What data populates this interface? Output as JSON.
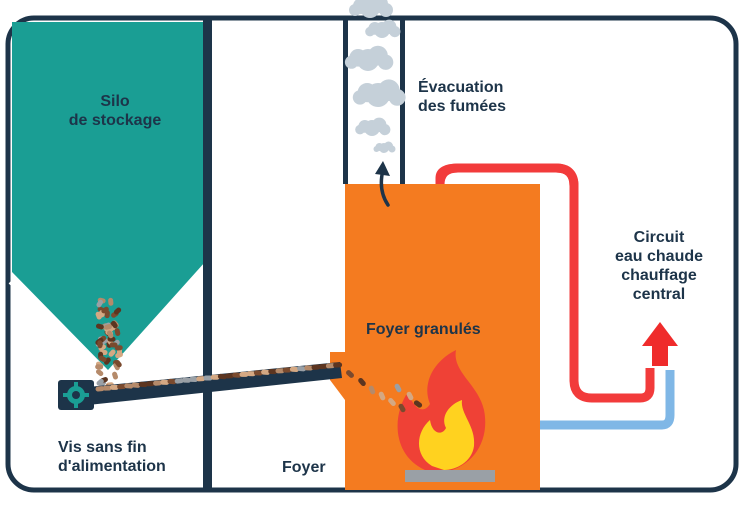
{
  "diagram": {
    "labels": {
      "silo": [
        "Silo",
        "de stockage"
      ],
      "evacuation": [
        "Évacuation",
        "des fumées"
      ],
      "circuit": [
        "Circuit",
        "eau chaude",
        "chauffage",
        "central"
      ],
      "foyer_granules": "Foyer granulés",
      "vis": [
        "Vis sans fin",
        "d'alimentation"
      ],
      "foyer": "Foyer"
    },
    "colors": {
      "outline": "#1d3449",
      "silo_fill": "#1a9e94",
      "boiler": "#f47b20",
      "hot_pipe": "#f23b3b",
      "cold_pipe": "#7fb7e6",
      "cloud": "#c5d0d9",
      "flame_outer": "#ef4136",
      "flame_inner": "#ffd21f",
      "pellet_brown": "#7a4a2e",
      "pellet_light": "#b58a6a",
      "pellet_grey": "#9aa0a6"
    },
    "icons": [
      "gear-icon",
      "arrow-up-icon",
      "flame-icon",
      "cloud-icon"
    ]
  }
}
